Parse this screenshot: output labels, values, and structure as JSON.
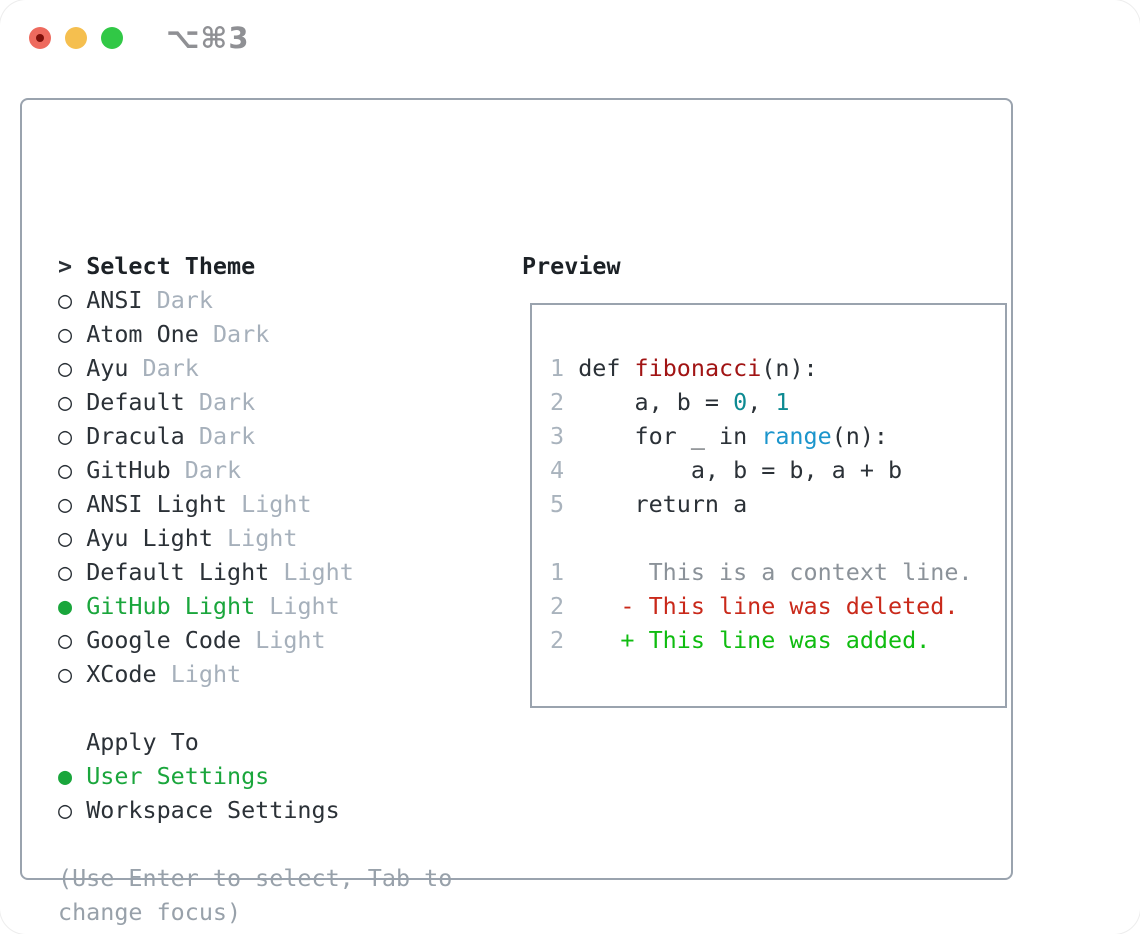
{
  "window": {
    "title": "⌥⌘3"
  },
  "colors": {
    "accent_green_ui": "#1aa63c",
    "diff_added_green": "#0fbc10",
    "diff_deleted_red": "#c9291a",
    "function_red": "#a11414",
    "number_teal": "#0d8a92",
    "builtin_blue": "#1b95cc",
    "text_dark": "#2b3137",
    "muted_gray": "#a6b0bb",
    "help_gray": "#98a1aa",
    "context_gray": "#8b9299",
    "line_number_gray": "#a9b3bd",
    "border_gray": "#9aa3ae",
    "traffic_red": "#ee6a5e",
    "traffic_red_dot": "#7f100a",
    "traffic_yellow": "#f5bf4f",
    "traffic_green": "#31c846",
    "title_gray": "#8f9094"
  },
  "theme_picker": {
    "header_marker": ">",
    "header": "Select Theme",
    "unselected_marker": "○",
    "selected_marker": "●",
    "items": [
      {
        "name": "ANSI",
        "tag": "Dark",
        "selected": false
      },
      {
        "name": "Atom One",
        "tag": "Dark",
        "selected": false
      },
      {
        "name": "Ayu",
        "tag": "Dark",
        "selected": false
      },
      {
        "name": "Default",
        "tag": "Dark",
        "selected": false
      },
      {
        "name": "Dracula",
        "tag": "Dark",
        "selected": false
      },
      {
        "name": "GitHub",
        "tag": "Dark",
        "selected": false
      },
      {
        "name": "ANSI Light",
        "tag": "Light",
        "selected": false
      },
      {
        "name": "Ayu Light",
        "tag": "Light",
        "selected": false
      },
      {
        "name": "Default Light",
        "tag": "Light",
        "selected": false
      },
      {
        "name": "GitHub Light",
        "tag": "Light",
        "selected": true
      },
      {
        "name": "Google Code",
        "tag": "Light",
        "selected": false
      },
      {
        "name": "XCode",
        "tag": "Light",
        "selected": false
      }
    ],
    "apply_to": {
      "header": "Apply To",
      "options": [
        {
          "label": "User Settings",
          "selected": true
        },
        {
          "label": "Workspace Settings",
          "selected": false
        }
      ]
    },
    "help_lines": [
      "(Use Enter to select, Tab to",
      "change focus)"
    ]
  },
  "preview": {
    "header": "Preview",
    "rows": [
      {
        "num": "1",
        "tokens": [
          {
            "c": "text",
            "t": "def "
          },
          {
            "c": "func",
            "t": "fibonacci"
          },
          {
            "c": "text",
            "t": "(n):"
          }
        ]
      },
      {
        "num": "2",
        "tokens": [
          {
            "c": "text",
            "t": "    a, b = "
          },
          {
            "c": "num",
            "t": "0"
          },
          {
            "c": "text",
            "t": ", "
          },
          {
            "c": "num",
            "t": "1"
          }
        ]
      },
      {
        "num": "3",
        "tokens": [
          {
            "c": "text",
            "t": "    for _ in "
          },
          {
            "c": "builtin",
            "t": "range"
          },
          {
            "c": "text",
            "t": "(n):"
          }
        ]
      },
      {
        "num": "4",
        "tokens": [
          {
            "c": "text",
            "t": "        a, b = b, a + b"
          }
        ]
      },
      {
        "num": "5",
        "tokens": [
          {
            "c": "text",
            "t": "    return a"
          }
        ]
      },
      {
        "num": "",
        "tokens": []
      },
      {
        "num": "1",
        "tokens": [
          {
            "c": "ctx",
            "t": "     This is a context line."
          }
        ]
      },
      {
        "num": "2",
        "tokens": [
          {
            "c": "del",
            "t": "   - This line was deleted."
          }
        ]
      },
      {
        "num": "2",
        "tokens": [
          {
            "c": "add",
            "t": "   + This line was added."
          }
        ]
      }
    ]
  }
}
